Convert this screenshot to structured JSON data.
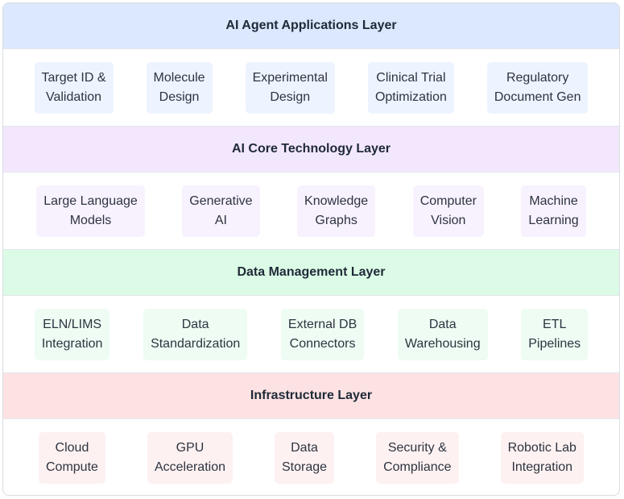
{
  "layers": [
    {
      "title": "AI Agent Applications Layer",
      "items": [
        "Target ID &\nValidation",
        "Molecule\nDesign",
        "Experimental\nDesign",
        "Clinical Trial\nOptimization",
        "Regulatory\nDocument Gen"
      ]
    },
    {
      "title": "AI Core Technology Layer",
      "items": [
        "Large Language\nModels",
        "Generative\nAI",
        "Knowledge\nGraphs",
        "Computer\nVision",
        "Machine\nLearning"
      ]
    },
    {
      "title": "Data Management Layer",
      "items": [
        "ELN/LIMS\nIntegration",
        "Data\nStandardization",
        "External DB\nConnectors",
        "Data\nWarehousing",
        "ETL\nPipelines"
      ]
    },
    {
      "title": "Infrastructure Layer",
      "items": [
        "Cloud\nCompute",
        "GPU\nAcceleration",
        "Data\nStorage",
        "Security &\nCompliance",
        "Robotic Lab\nIntegration"
      ]
    }
  ],
  "colors": {
    "applications_header": "#dbe8fd",
    "core_header": "#f2e7fd",
    "data_header": "#dcfbe7",
    "infrastructure_header": "#fde2e3"
  }
}
